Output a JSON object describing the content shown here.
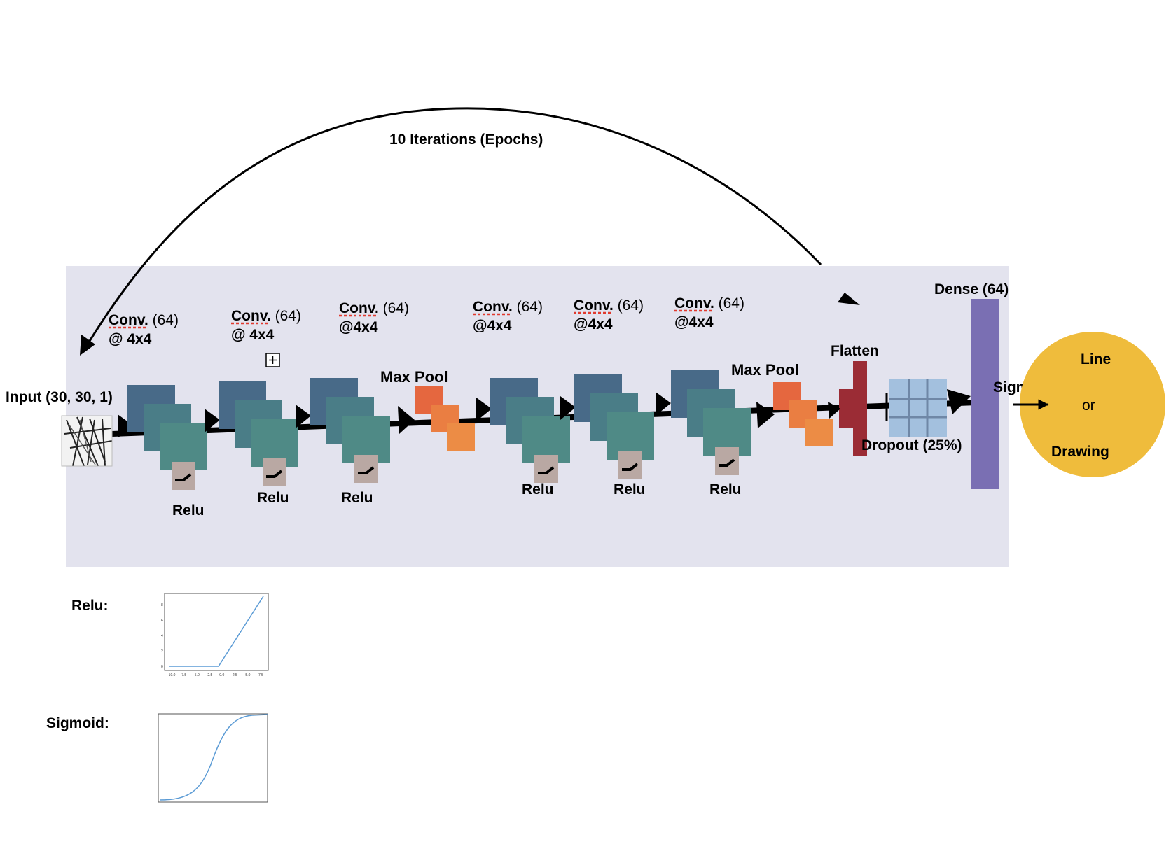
{
  "loop_label": "10 Iterations (Epochs)",
  "input": {
    "label": "Input (30, 30, 1)"
  },
  "conv_layers": [
    {
      "word": "Conv.",
      "rest": "(64)",
      "size": "@ 4x4",
      "relu": "Relu"
    },
    {
      "word": "Conv.",
      "rest": "(64)",
      "size": "@ 4x4",
      "relu": "Relu"
    },
    {
      "word": "Conv.",
      "rest": "(64)",
      "size": "@4x4",
      "relu": "Relu"
    },
    {
      "word": "Conv.",
      "rest": "(64)",
      "size": "@4x4",
      "relu": "Relu"
    },
    {
      "word": "Conv.",
      "rest": "(64)",
      "size": "@4x4",
      "relu": "Relu"
    },
    {
      "word": "Conv.",
      "rest": "(64)",
      "size": "@4x4",
      "relu": "Relu"
    }
  ],
  "maxpool_labels": [
    "Max Pool",
    "Max Pool"
  ],
  "flatten_label": "Flatten",
  "dropout_label": "Dropout (25%)",
  "dense_label": "Dense (64)",
  "sigmoid_label": "Sigmoid",
  "output": {
    "line1": "Line",
    "line2": "or",
    "line3": "Drawing"
  },
  "legend": {
    "relu_title": "Relu:",
    "sigmoid_title": "Sigmoid:",
    "relu_xticks": [
      "-10.0",
      "-7.5",
      "-5.0",
      "-2.5",
      "0.0",
      "2.5",
      "5.0",
      "7.5"
    ],
    "relu_yticks": [
      "0",
      "2",
      "4",
      "6",
      "8"
    ]
  },
  "colors": {
    "panel": "#e3e3ee",
    "conv_back": "#486a88",
    "conv_mid": "#4a7d87",
    "conv_front": "#4f8a86",
    "relu_box": "#b9a8a3",
    "pool_1": "#e5673f",
    "pool_2": "#ea7e42",
    "pool_3": "#ec8c45",
    "flatten": "#9b2c35",
    "dropout": "#a3c0de",
    "dropout_grid": "#6f87a6",
    "dense": "#7a6fb3",
    "output": "#efbc3c",
    "curve": "#5b9bd5"
  },
  "icons": {
    "expand": "plus-square-icon",
    "relu_glyph": "relu-curve-icon"
  }
}
